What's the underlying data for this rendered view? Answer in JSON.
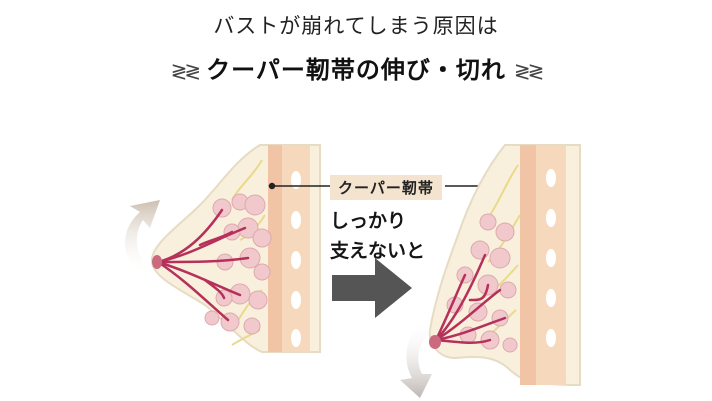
{
  "header": {
    "subtitle": "バストが崩れてしまう原因は",
    "headline": "クーパー靭帯の伸び・切れ",
    "ornament_left": "≷≷",
    "ornament_right": "≷≷"
  },
  "diagram": {
    "label": "クーパー靭帯",
    "caption_line1": "しっかり",
    "caption_line2": "支えないと"
  },
  "colors": {
    "skin": "#f8f0dc",
    "fat_lobe": "#f1c9cc",
    "duct": "#b5305a",
    "muscle": "#f1c4a6",
    "rib": "#ffffff",
    "ligament_line": "#ead98a",
    "label_bg": "#f3e3cf",
    "arrow": "#555555",
    "motion_arrow": "#c9c2bc"
  }
}
